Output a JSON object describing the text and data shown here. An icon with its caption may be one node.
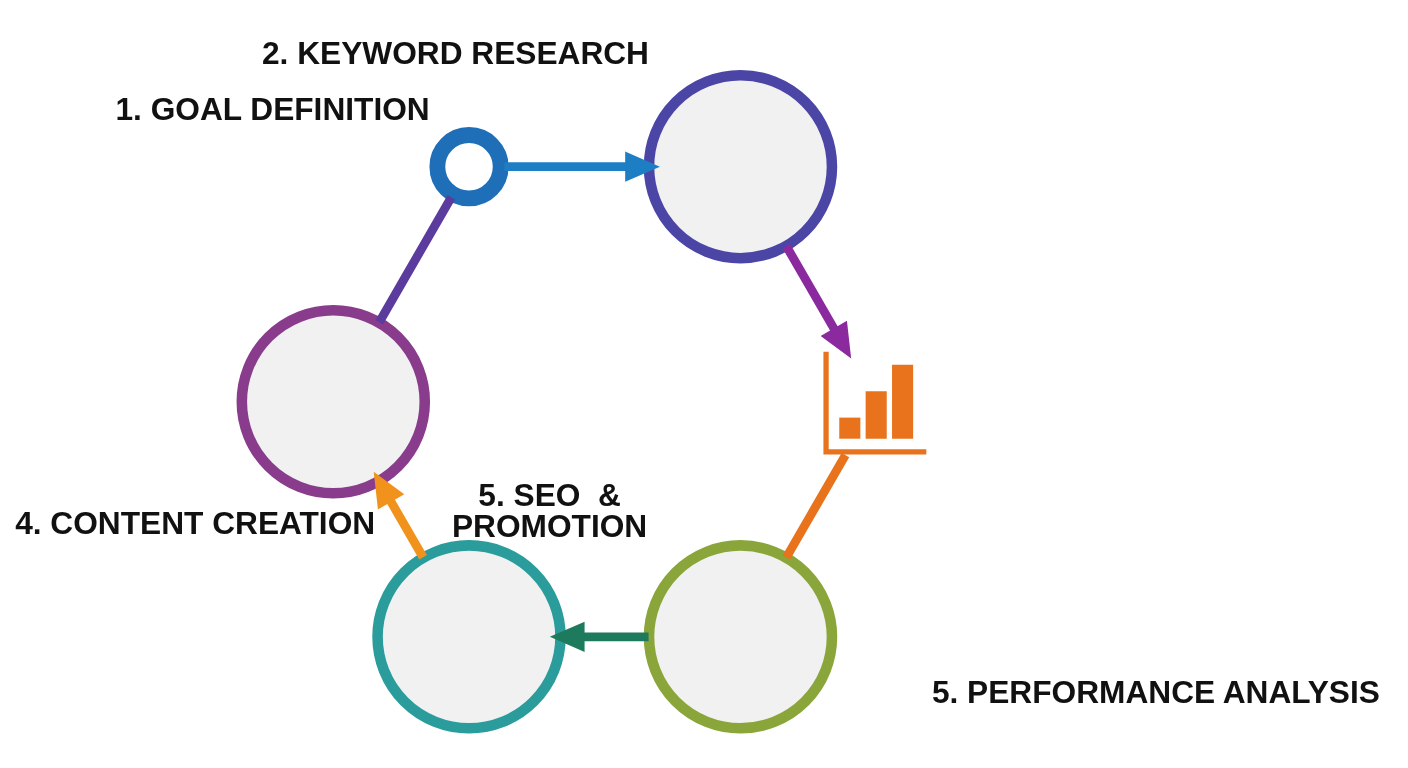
{
  "diagram": {
    "nodes": [
      {
        "text": [],
        "shape": "picture",
        "beside": [
          "1. GOAL DEFINITION"
        ]
      },
      {
        "text": [],
        "shape": "circle",
        "beside": [
          "2. KEYWORD RESEARCH"
        ]
      },
      {
        "text": [],
        "shape": "picture"
      },
      {
        "text": [],
        "shape": "circle",
        "beside": [
          "5. SEO  & PROMOTION"
        ]
      },
      {
        "text": [],
        "shape": "circle",
        "beside": [
          "4. CONTENT CREATION"
        ]
      },
      {
        "text": [],
        "shape": "circle"
      }
    ],
    "edges": [
      {
        "from": 0,
        "to": 1,
        "arrow": "to",
        "color": "#1e7ec4"
      },
      {
        "from": 1,
        "to": 2,
        "arrow": "to",
        "color": "#8b2a9e"
      },
      {
        "from": 2,
        "to": 3,
        "arrow": "none",
        "color": "#e8731c"
      },
      {
        "from": 3,
        "to": 4,
        "arrow": "to",
        "color": "#1d7a5c"
      },
      {
        "from": 4,
        "to": 5,
        "arrow": "to",
        "color": "#f0921c"
      },
      {
        "from": 5,
        "to": 0,
        "arrow": "none",
        "color": "#5b3b9e"
      }
    ],
    "labels": [
      "5. PERFORMANCE ANALYSIS"
    ]
  }
}
